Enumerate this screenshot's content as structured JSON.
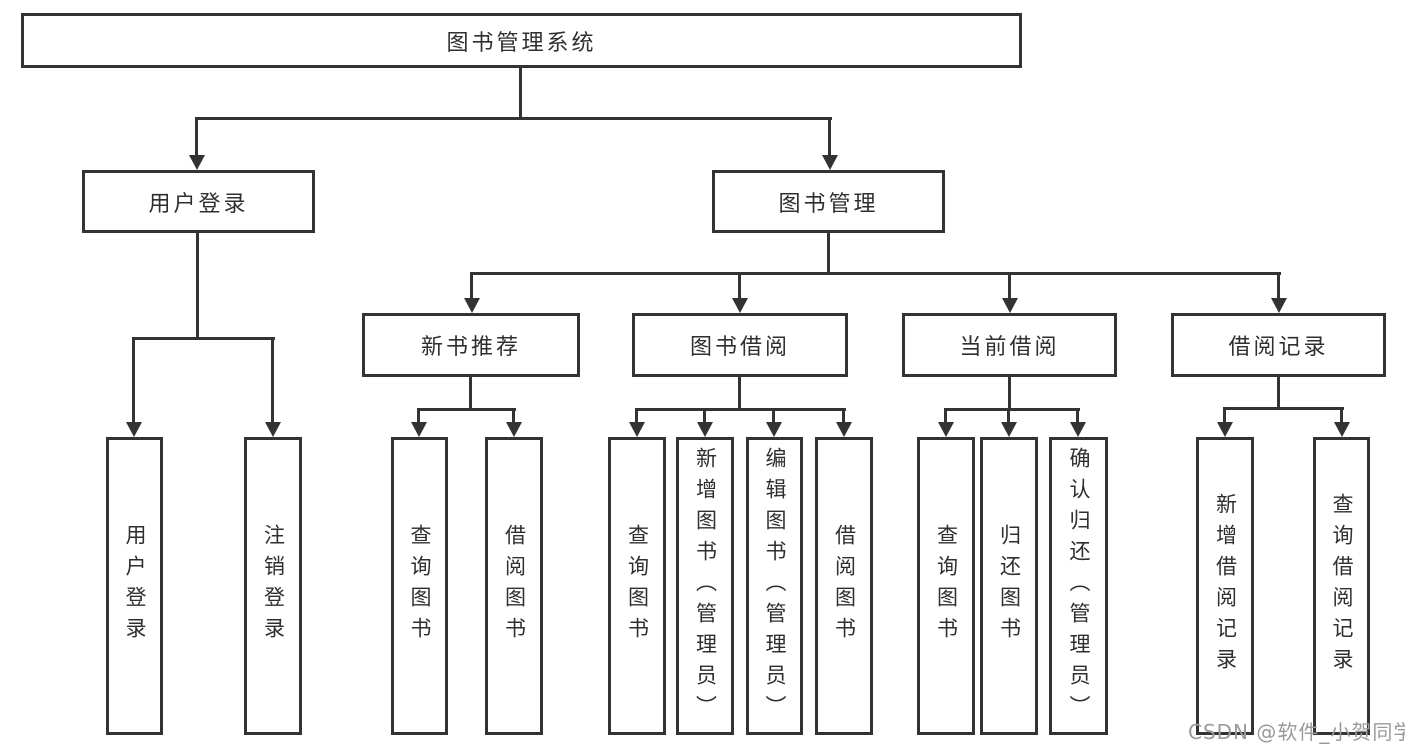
{
  "diagram": {
    "root": {
      "label": "图书管理系统"
    },
    "level2": [
      {
        "label": "用户登录"
      },
      {
        "label": "图书管理"
      }
    ],
    "level3": [
      {
        "label": "新书推荐"
      },
      {
        "label": "图书借阅"
      },
      {
        "label": "当前借阅"
      },
      {
        "label": "借阅记录"
      }
    ],
    "leaves": [
      {
        "label": "用户登录"
      },
      {
        "label": "注销登录"
      },
      {
        "label": "查询图书"
      },
      {
        "label": "借阅图书"
      },
      {
        "label": "查询图书"
      },
      {
        "label": "新增图书（管理员）"
      },
      {
        "label": "编辑图书（管理员）"
      },
      {
        "label": "借阅图书"
      },
      {
        "label": "查询图书"
      },
      {
        "label": "归还图书"
      },
      {
        "label": "确认归还（管理员）"
      },
      {
        "label": "新增借阅记录"
      },
      {
        "label": "查询借阅记录"
      }
    ],
    "colors": {
      "line": "#333333",
      "box_background": "#ffffff",
      "text": "#2f2f2f",
      "watermark": "#9a9a9a"
    }
  },
  "watermark": {
    "text": "CSDN @软件_小贺同学"
  }
}
